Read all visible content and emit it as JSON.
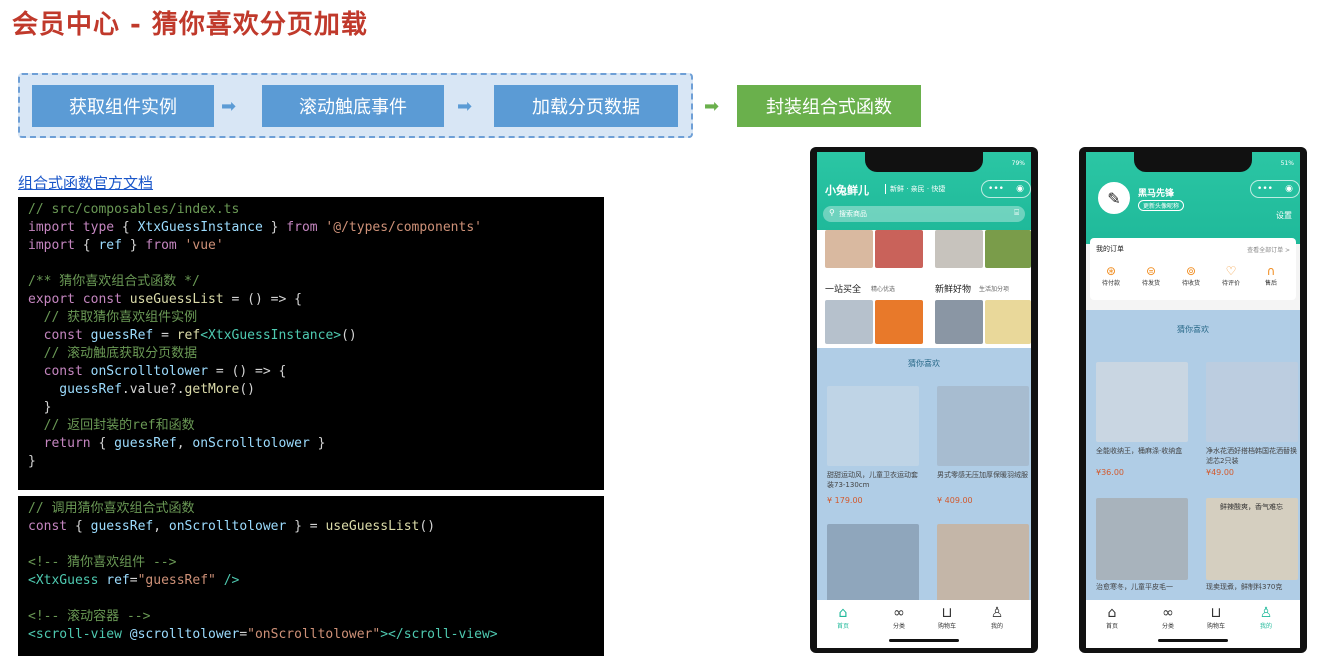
{
  "title": "会员中心 - 猜你喜欢分页加载",
  "flow": {
    "steps": [
      "获取组件实例",
      "滚动触底事件",
      "加载分页数据"
    ],
    "result": "封装组合式函数",
    "arrow": "➡"
  },
  "doc_link": "组合式函数官方文档",
  "code1": {
    "l1": "// src/composables/index.ts",
    "l2_kw": "import type",
    "l2_b": " { ",
    "l2_id": "XtxGuessInstance",
    "l2_c": " } ",
    "l2_from": "from",
    "l2_str": " '@/types/components'",
    "l3_kw": "import",
    "l3_b": " { ",
    "l3_id": "ref",
    "l3_c": " } ",
    "l3_from": "from",
    "l3_str": " 'vue'",
    "l5": "/** 猜你喜欢组合式函数 */",
    "l6_kw": "export const",
    "l6_fn": " useGuessList",
    "l6_rest": " = () => {",
    "l7": "  // 获取猜你喜欢组件实例",
    "l8_kw": "  const",
    "l8_v": " guessRef",
    "l8_r": " = ",
    "l8_fn": "ref",
    "l8_t": "<XtxGuessInstance>",
    "l8_e": "()",
    "l9": "  // 滚动触底获取分页数据",
    "l10_kw": "  const",
    "l10_v": " onScrolltolower",
    "l10_r": " = () => {",
    "l11_v": "    guessRef",
    "l11_r": ".value?.",
    "l11_fn": "getMore",
    "l11_e": "()",
    "l12": "  }",
    "l13": "  // 返回封装的ref和函数",
    "l14_kw": "  return",
    "l14_r": " { ",
    "l14_v1": "guessRef",
    "l14_c": ", ",
    "l14_v2": "onScrolltolower",
    "l14_e": " }",
    "l15": "}"
  },
  "code2": {
    "l1": "// 调用猜你喜欢组合式函数",
    "l2_kw": "const",
    "l2_b": " { ",
    "l2_v1": "guessRef",
    "l2_c": ", ",
    "l2_v2": "onScrolltolower",
    "l2_r": " } = ",
    "l2_fn": "useGuessList",
    "l2_e": "()",
    "l4": "<!-- 猜你喜欢组件 -->",
    "l5_t": "<XtxGuess",
    "l5_a": " ref",
    "l5_eq": "=",
    "l5_s": "\"guessRef\"",
    "l5_e": " />",
    "l7": "<!-- 滚动容器 -->",
    "l8_t": "<scroll-view",
    "l8_a": " @scrolltolower",
    "l8_eq": "=",
    "l8_s": "\"onScrolltolower\"",
    "l8_e": "></scroll-view>"
  },
  "phone1": {
    "battery": "79%",
    "brand": "小兔鲜儿",
    "slogan": "新鲜 · 亲民 · 快捷",
    "search_placeholder": "搜索商品",
    "panel1_title": "一站买全",
    "panel1_sub": "精心优选",
    "panel2_title": "新鲜好物",
    "panel2_sub": "生活加分项",
    "guess_title": "猜你喜欢",
    "goods": [
      {
        "name": "甜甜运动风，儿童卫衣运动套装73-130cm",
        "price": "¥ 179.00"
      },
      {
        "name": "男式零感无压加厚保暖羽绒服",
        "price": "¥ 409.00"
      }
    ],
    "tabs": [
      "首页",
      "分类",
      "购物车",
      "我的"
    ]
  },
  "phone2": {
    "battery": "51%",
    "nickname": "黑马先锋",
    "badge": "更新头像昵称",
    "settings": "设置",
    "orders_title": "我的订单",
    "orders_all": "查看全部订单 >",
    "order_types": [
      "待付款",
      "待发货",
      "待收货",
      "待评价",
      "售后"
    ],
    "guess_title": "猜你喜欢",
    "goods": [
      {
        "name": "全能收纳王，桶麻涤·收纳盒",
        "price": "¥36.00"
      },
      {
        "name": "净水花洒好搭档韩国花洒替换滤芯2只装",
        "price": "¥49.00"
      },
      {
        "name": "治愈寒冬，儿童平皮毛一",
        "price": ""
      },
      {
        "name": "现卖现煮，鲜制料370克",
        "price": ""
      }
    ],
    "poster_text": "鲜辣酸爽，香气难忘",
    "tabs": [
      "首页",
      "分类",
      "购物车",
      "我的"
    ]
  },
  "colors": {
    "title": "#c0392b",
    "step": "#5b9bd5",
    "result": "#6ab04c",
    "brand": "#1fb99a"
  }
}
